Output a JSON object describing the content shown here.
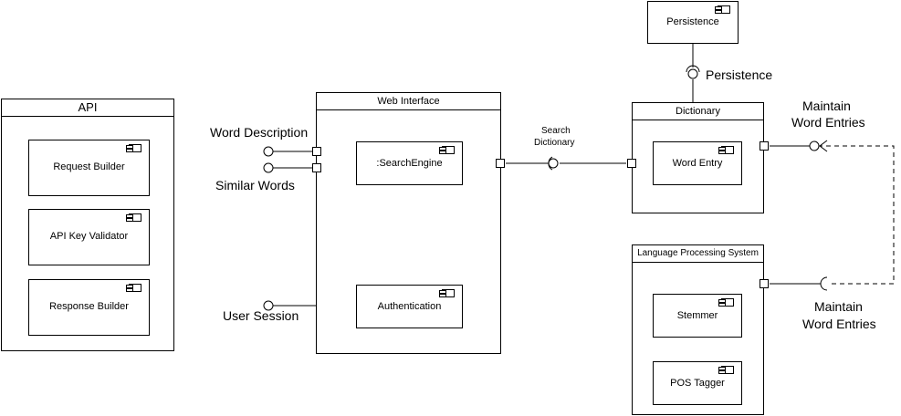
{
  "packages": {
    "api": {
      "title": "API",
      "components": [
        "Request Builder",
        "API Key Validator",
        "Response Builder"
      ]
    },
    "web_interface": {
      "title": "Web Interface",
      "components": [
        ":SearchEngine",
        "Authentication"
      ]
    },
    "dictionary": {
      "title": "Dictionary",
      "components": [
        "Word Entry"
      ]
    },
    "language_processing": {
      "title": "Language Processing System",
      "components": [
        "Stemmer",
        "POS Tagger"
      ]
    },
    "persistence": {
      "title": "Persistence"
    }
  },
  "interfaces": {
    "word_description": "Word Description",
    "similar_words": "Similar Words",
    "user_session": "User Session",
    "search_dictionary_line1": "Search",
    "search_dictionary_line2": "Dictionary",
    "persistence": "Persistence",
    "maintain_top_line1": "Maintain",
    "maintain_top_line2": "Word Entries",
    "maintain_bottom_line1": "Maintain",
    "maintain_bottom_line2": "Word Entries"
  }
}
